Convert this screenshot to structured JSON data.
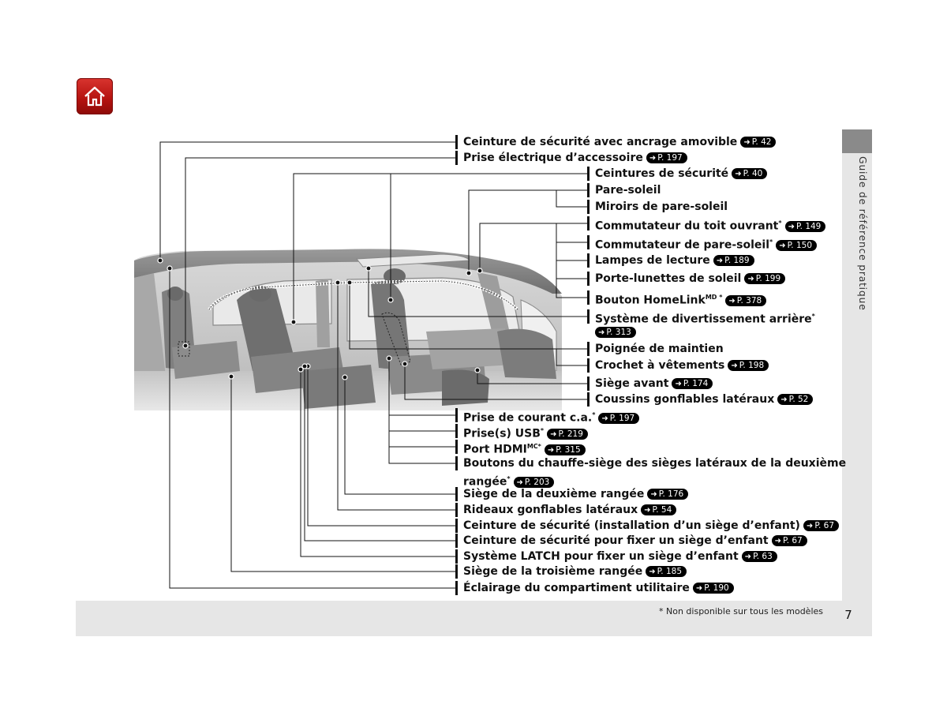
{
  "sidebar": {
    "title": "Guide de référence pratique"
  },
  "footnote": "* Non disponible sur tous les modèles",
  "page_number": "7",
  "labels": {
    "l1": {
      "text": "Ceinture de sécurité avec ancrage amovible",
      "sup": "",
      "ref": "P. 42"
    },
    "l2": {
      "text": "Prise électrique d’accessoire",
      "sup": "",
      "ref": "P. 197"
    },
    "l3": {
      "text": "Ceintures de sécurité",
      "sup": "",
      "ref": "P. 40"
    },
    "l4": {
      "text": "Pare-soleil",
      "sup": "",
      "ref": ""
    },
    "l5": {
      "text": "Miroirs de pare-soleil",
      "sup": "",
      "ref": ""
    },
    "l6": {
      "text": "Commutateur du toit ouvrant",
      "sup": "*",
      "ref": "P. 149"
    },
    "l7": {
      "text": "Commutateur de pare-soleil",
      "sup": "*",
      "ref": "P. 150"
    },
    "l8": {
      "text": "Lampes de lecture",
      "sup": "",
      "ref": "P. 189"
    },
    "l9": {
      "text": "Porte-lunettes de soleil",
      "sup": "",
      "ref": "P. 199"
    },
    "l10": {
      "text": "Bouton HomeLink",
      "sup": "MD *",
      "ref": "P. 378"
    },
    "l11": {
      "text": "Système de divertissement arrière",
      "sup": "*",
      "ref": "P. 313"
    },
    "l12": {
      "text": "Poignée de maintien",
      "sup": "",
      "ref": ""
    },
    "l13": {
      "text": "Crochet à vêtements",
      "sup": "",
      "ref": "P. 198"
    },
    "l14": {
      "text": "Siège avant",
      "sup": "",
      "ref": "P. 174"
    },
    "l15": {
      "text": "Coussins gonflables latéraux",
      "sup": "",
      "ref": "P. 52"
    },
    "l16": {
      "text": "Prise de courant c.a.",
      "sup": "*",
      "ref": "P. 197"
    },
    "l17": {
      "text": "Prise(s) USB",
      "sup": "*",
      "ref": "P. 219"
    },
    "l18": {
      "text": "Port HDMI",
      "sup": "MC*",
      "ref": "P. 315"
    },
    "l19": {
      "text": "Boutons du chauffe-siège des sièges latéraux de la deuxième",
      "sup": "",
      "ref": ""
    },
    "l19b": {
      "text": "rangée",
      "sup": "*",
      "ref": "P. 203"
    },
    "l20": {
      "text": "Siège de la deuxième rangée",
      "sup": "",
      "ref": "P. 176"
    },
    "l21": {
      "text": "Rideaux gonflables latéraux",
      "sup": "",
      "ref": "P. 54"
    },
    "l22": {
      "text": "Ceinture de sécurité (installation d’un siège d’enfant)",
      "sup": "",
      "ref": "P. 67"
    },
    "l23": {
      "text": "Ceinture de sécurité pour fixer un siège d’enfant",
      "sup": "",
      "ref": "P. 67"
    },
    "l24": {
      "text": "Système LATCH pour fixer un siège d’enfant",
      "sup": "",
      "ref": "P. 63"
    },
    "l25": {
      "text": "Siège de la troisième rangée",
      "sup": "",
      "ref": "P. 185"
    },
    "l26": {
      "text": "Éclairage du compartiment utilitaire",
      "sup": "",
      "ref": "P. 190"
    }
  }
}
